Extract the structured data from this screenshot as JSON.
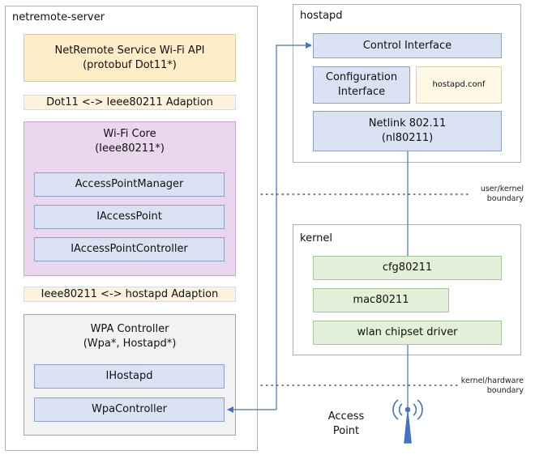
{
  "netremote": {
    "title": "netremote-server",
    "api_box": "NetRemote Service Wi-Fi API\n(protobuf Dot11*)",
    "adaption1": "Dot11 <-> Ieee80211 Adaption",
    "wifi_core": {
      "title": "Wi-Fi Core\n(Ieee80211*)",
      "items": [
        "AccessPointManager",
        "IAccessPoint",
        "IAccessPointController"
      ]
    },
    "adaption2": "Ieee80211 <-> hostapd Adaption",
    "wpa": {
      "title": "WPA Controller\n(Wpa*, Hostapd*)",
      "items": [
        "IHostapd",
        "WpaController"
      ]
    }
  },
  "hostapd": {
    "title": "hostapd",
    "control_interface": "Control Interface",
    "configuration_interface": "Configuration\nInterface",
    "conf_file": "hostapd.conf",
    "netlink": "Netlink 802.11\n(nl80211)"
  },
  "boundaries": {
    "user_kernel": "user/kernel\nboundary",
    "kernel_hardware": "kernel/hardware\nboundary"
  },
  "kernel": {
    "title": "kernel",
    "items": [
      "cfg80211",
      "mac80211",
      "wlan chipset driver"
    ]
  },
  "access_point": {
    "label": "Access\nPoint",
    "icon": "wireless-antenna-icon"
  },
  "colors": {
    "interface_blue": "#dae3f3",
    "api_yellow": "#fdeec8",
    "core_pink": "#ead7ee",
    "wpa_gray": "#f2f2f2",
    "kernel_green": "#e2efd9",
    "connector_blue": "#4472c4"
  }
}
